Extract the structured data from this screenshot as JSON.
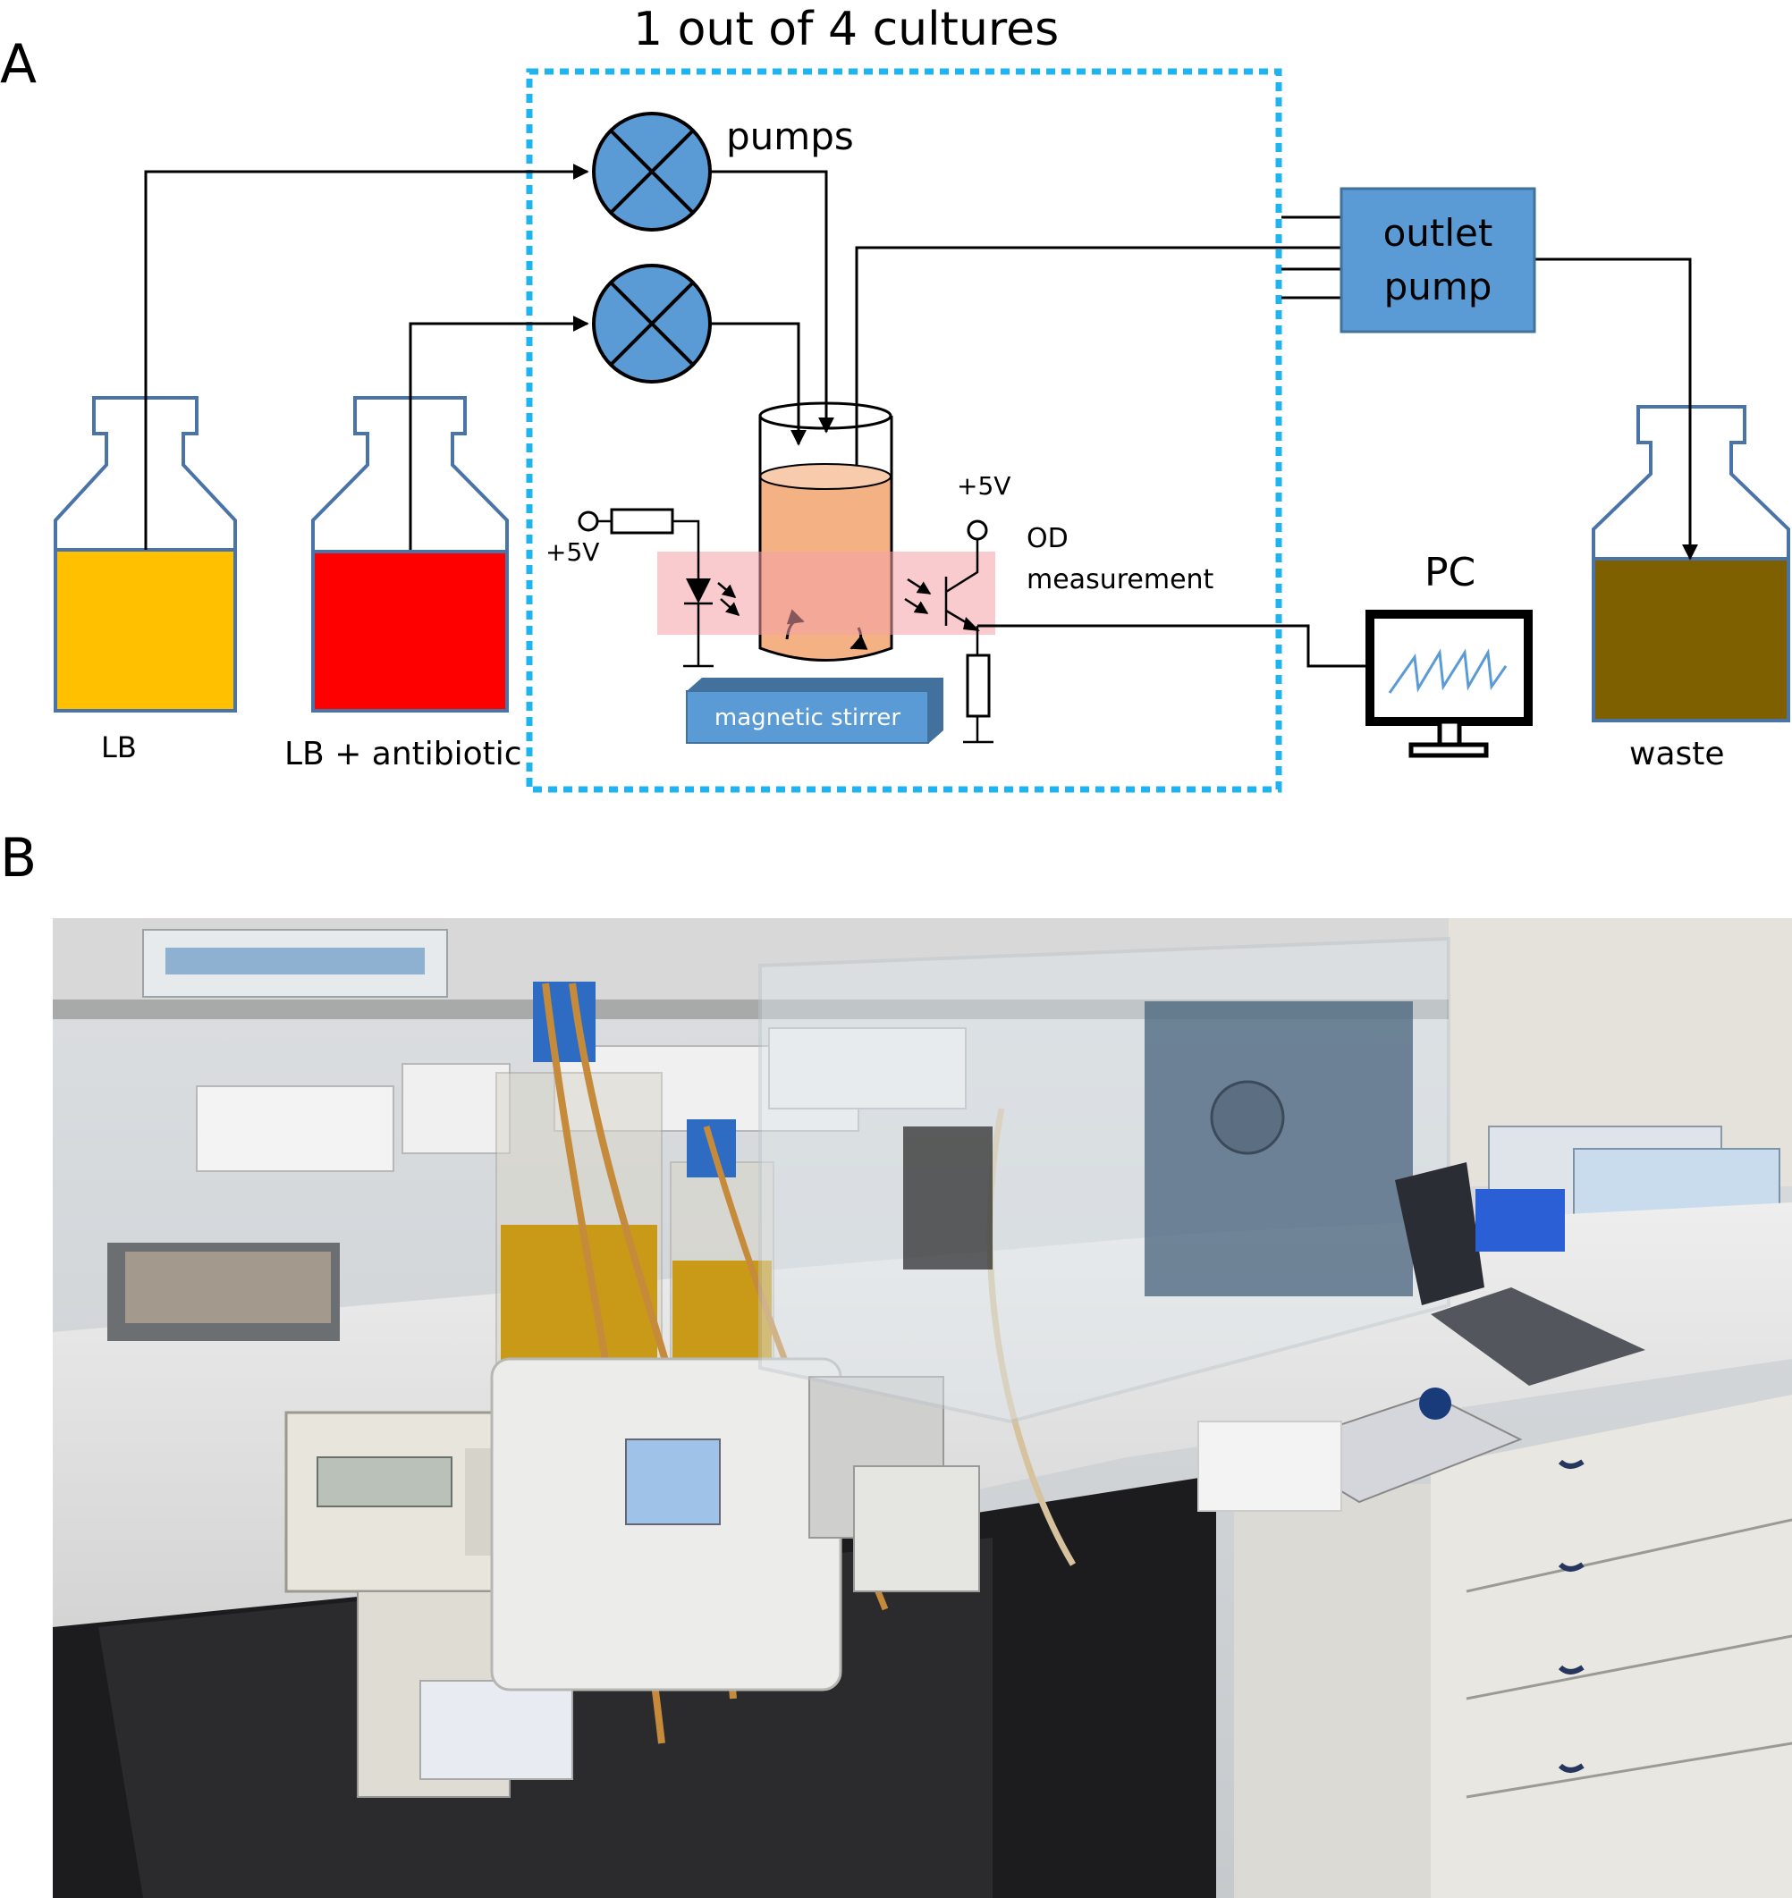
{
  "panel_a": {
    "panel_label": "A",
    "title": "1 out of 4 cultures",
    "pumps_label": "pumps",
    "outlet_pump_line1": "outlet",
    "outlet_pump_line2": "pump",
    "lb_label": "LB",
    "lb_antibiotic_label": "LB + antibiotic",
    "waste_label": "waste",
    "pc_label": "PC",
    "od_line1": "OD",
    "od_line2": "measurement",
    "voltage_left": "+5V",
    "voltage_right": "+5V",
    "stirrer_label": "magnetic stirrer",
    "colors": {
      "lb": "#ffc000",
      "lb_antibiotic": "#ff0000",
      "waste": "#7f6000",
      "pump": "#5b9bd5",
      "dotted_border": "#1fb4ef",
      "culture": "#f4b183",
      "od_band": "#f4a0a8"
    }
  },
  "panel_b": {
    "panel_label": "B",
    "photo_description_icon": "lab-bench-photo"
  }
}
